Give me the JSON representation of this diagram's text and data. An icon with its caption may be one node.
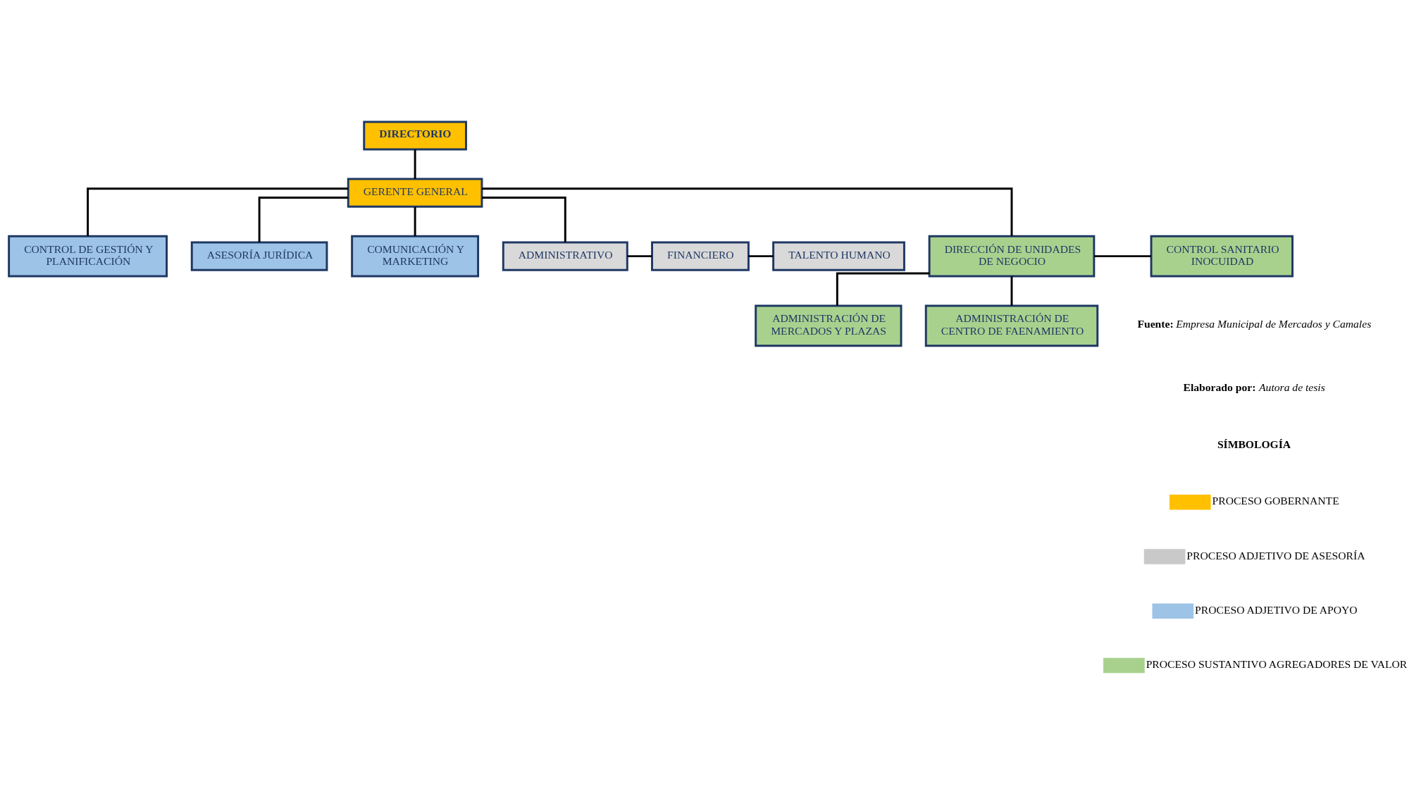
{
  "diagram": {
    "nodes": [
      {
        "text": [
          "DIRECTORIO"
        ]
      },
      {
        "text": [
          "GERENTE GENERAL"
        ]
      },
      {
        "text": [
          "CONTROL DE GESTIÓN Y PLANIFICACIÓN"
        ]
      },
      {
        "text": [
          "ASESORÍA JURÍDICA"
        ]
      },
      {
        "text": [
          "COMUNICACIÓN Y MARKETING"
        ]
      },
      {
        "text": [
          "ADMINISTRATIVO"
        ]
      },
      {
        "text": [
          "FINANCIERO"
        ]
      },
      {
        "text": [
          "TALENTO HUMANO"
        ]
      },
      {
        "text": [
          "DIRECCIÓN DE UNIDADES DE NEGOCIO"
        ]
      },
      {
        "text": [
          "CONTROL SANITARIO INOCUIDAD"
        ]
      },
      {
        "text": [
          "ADMINISTRACIÓN DE MERCADOS Y PLAZAS"
        ]
      },
      {
        "text": [
          "ADMINISTRACIÓN DE CENTRO DE FAENAMIENTO"
        ]
      }
    ],
    "edges": [
      {
        "from": 0,
        "to": 1,
        "arrow": "none"
      },
      {
        "from": 1,
        "to": 2,
        "arrow": "none"
      },
      {
        "from": 1,
        "to": 3,
        "arrow": "none"
      },
      {
        "from": 1,
        "to": 4,
        "arrow": "none"
      },
      {
        "from": 1,
        "to": 5,
        "arrow": "none"
      },
      {
        "from": 1,
        "to": 8,
        "arrow": "none"
      },
      {
        "from": 5,
        "to": 6,
        "arrow": "none"
      },
      {
        "from": 6,
        "to": 7,
        "arrow": "none"
      },
      {
        "from": 8,
        "to": 9,
        "arrow": "none"
      },
      {
        "from": 8,
        "to": 10,
        "arrow": "none"
      },
      {
        "from": 8,
        "to": 11,
        "arrow": "none"
      }
    ],
    "labels": [
      "**Fuente:** *Empresa Municipal de Mercados y Camales*",
      "**Elaborado por:** *Autora de tesis*",
      "**SÍMBOLOGÍA**"
    ],
    "legend": [
      {
        "text": "PROCESO GOBERNANTE",
        "color": "#ffc000"
      },
      {
        "text": "PROCESO ADJETIVO DE ASESORÍA",
        "color": "#c9c9c9"
      },
      {
        "text": "PROCESO ADJETIVO DE APOYO",
        "color": "#9dc3e6"
      },
      {
        "text": "PROCESO SUSTANTIVO AGREGADORES DE VALOR",
        "color": "#a9d18e"
      }
    ]
  }
}
